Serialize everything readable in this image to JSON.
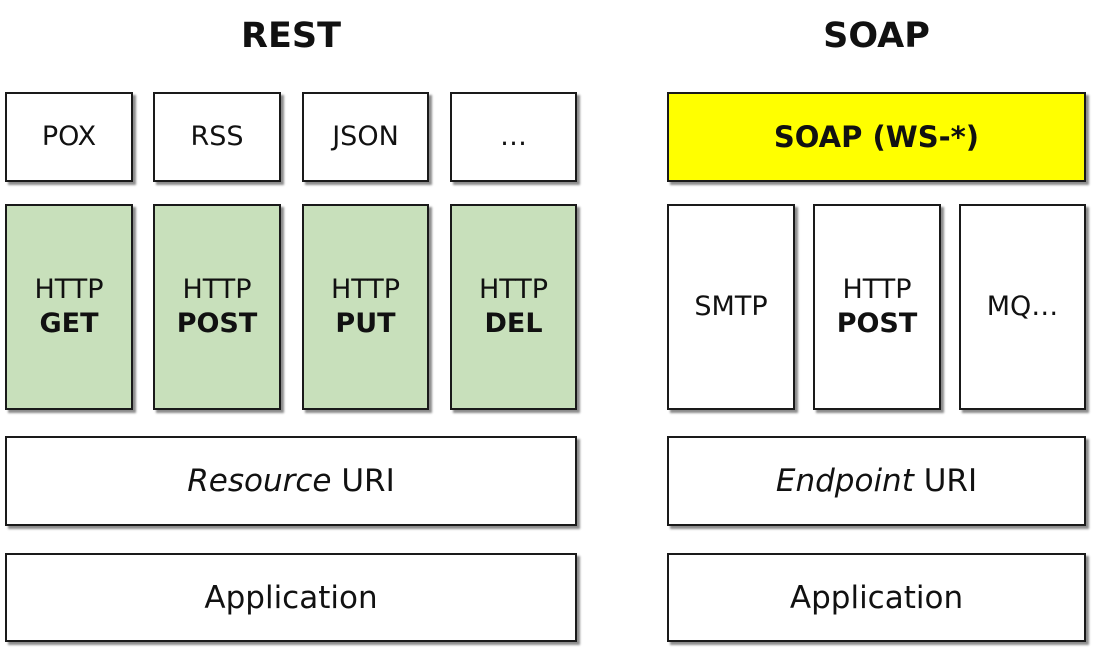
{
  "rest": {
    "title": "REST",
    "formats": [
      "POX",
      "RSS",
      "JSON",
      "…"
    ],
    "methods": [
      {
        "proto": "HTTP",
        "verb": "GET"
      },
      {
        "proto": "HTTP",
        "verb": "POST"
      },
      {
        "proto": "HTTP",
        "verb": "PUT"
      },
      {
        "proto": "HTTP",
        "verb": "DEL"
      }
    ],
    "uri": {
      "emphasis": "Resource",
      "rest": " URI"
    },
    "application": "Application",
    "colors": {
      "method_fill": "#c8e0bb"
    }
  },
  "soap": {
    "title": "SOAP",
    "envelope": "SOAP (WS-*)",
    "transports": [
      {
        "proto": "SMTP",
        "verb": ""
      },
      {
        "proto": "HTTP",
        "verb": "POST"
      },
      {
        "proto": "MQ…",
        "verb": ""
      }
    ],
    "uri": {
      "emphasis": "Endpoint",
      "rest": " URI"
    },
    "application": "Application",
    "colors": {
      "envelope_fill": "#ffff00"
    }
  }
}
